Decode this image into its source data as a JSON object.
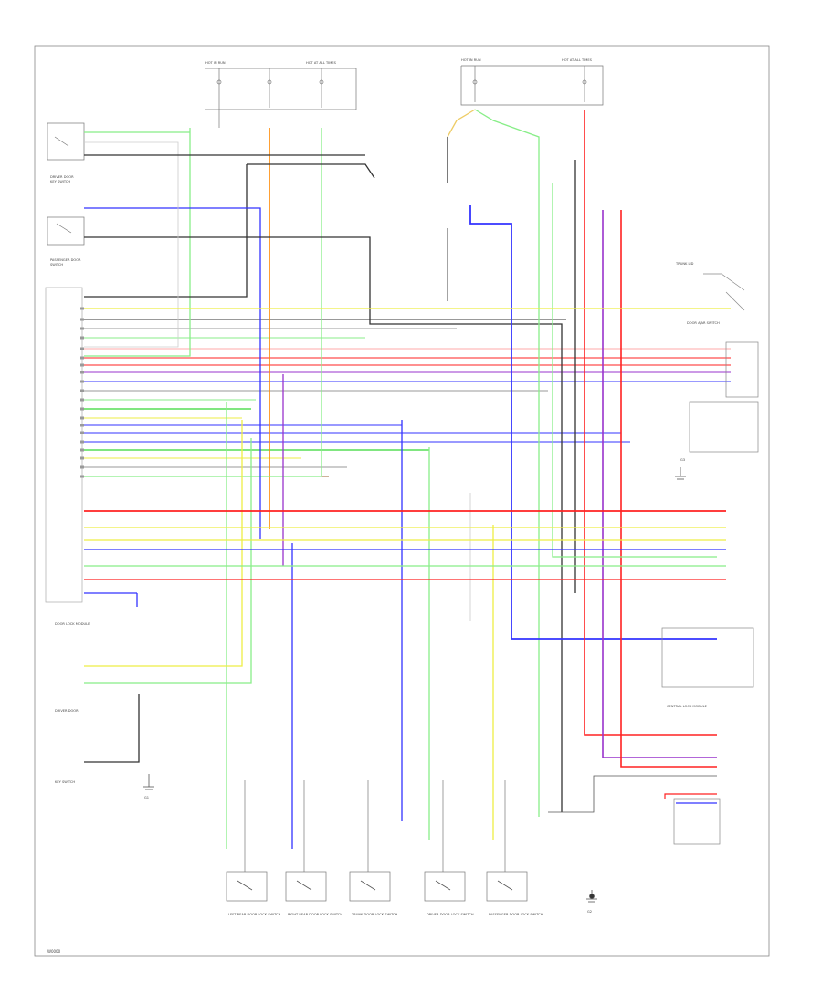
{
  "diagram": {
    "footer_code": "W0000",
    "switches": [
      {
        "label": "LEFT REAR DOOR LOCK SWITCH"
      },
      {
        "label": "RIGHT REAR DOOR LOCK SWITCH"
      },
      {
        "label": "TRUNK DOOR LOCK SWITCH"
      },
      {
        "label": "DRIVER DOOR LOCK SWITCH"
      },
      {
        "label": "PASSENGER DOOR LOCK SWITCH"
      }
    ],
    "grounds": [
      {
        "label": "G1"
      },
      {
        "label": "G2"
      },
      {
        "label": "G3"
      }
    ],
    "modules": [
      {
        "label": "DOOR LOCK MODULE"
      },
      {
        "label": "CENTRAL LOCK MODULE"
      }
    ],
    "wire_colors": {
      "green": "#00cc00",
      "orange": "#ff8800",
      "red": "#ff2222",
      "blue": "#3333ff",
      "purple": "#9933cc",
      "yellow": "#eeee44",
      "black": "#333333",
      "gray": "#999999",
      "brown": "#996633",
      "lightgreen": "#88ee88",
      "pink": "#ffaaaa"
    }
  }
}
